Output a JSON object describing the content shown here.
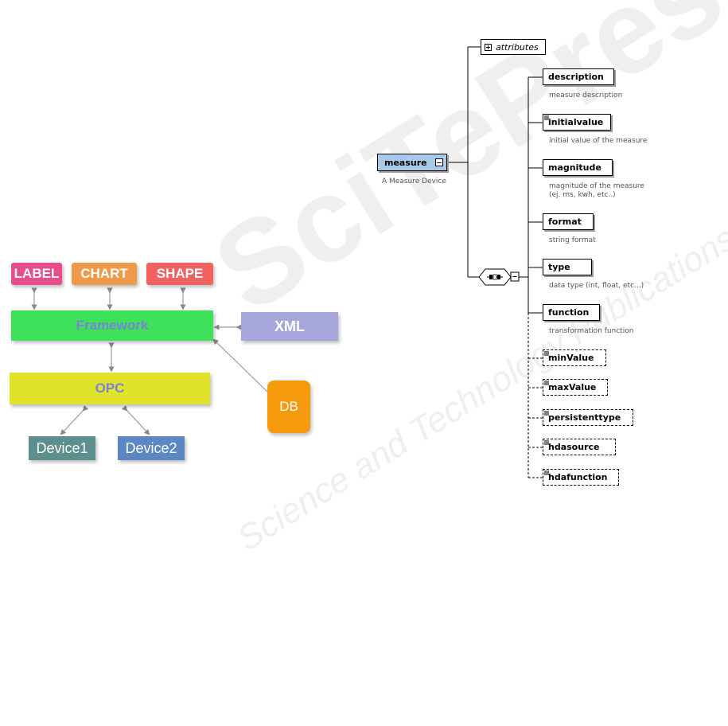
{
  "left_diagram": {
    "top_boxes": [
      {
        "label": "LABEL",
        "color": "#e84d8a"
      },
      {
        "label": "CHART",
        "color": "#ee9a4a"
      },
      {
        "label": "SHAPE",
        "color": "#f26262"
      }
    ],
    "framework": {
      "label": "Framework",
      "color": "#3de25a",
      "text_color": "#7a84d4"
    },
    "xml": {
      "label": "XML",
      "color": "#a7a6dd"
    },
    "opc": {
      "label": "OPC",
      "color": "#dfe42b",
      "text_color": "#7a84d4"
    },
    "db": {
      "label": "DB",
      "color": "#f59a0c"
    },
    "devices": [
      {
        "label": "Device1",
        "color": "#5e8f8f"
      },
      {
        "label": "Device2",
        "color": "#5b87c2"
      }
    ]
  },
  "schema": {
    "root": {
      "label": "measure",
      "annotation": "A Measure Device",
      "color": "#a9c9ea"
    },
    "attributes_label": "attributes",
    "elements": [
      {
        "label": "description",
        "annotation": [
          "measure description"
        ],
        "optional": false,
        "doc": false
      },
      {
        "label": "initialvalue",
        "annotation": [
          "initial value of the measure"
        ],
        "optional": false,
        "doc": true
      },
      {
        "label": "magnitude",
        "annotation": [
          "magnitude of the measure",
          "(ej. ms, kwh, etc..)"
        ],
        "optional": false,
        "doc": false
      },
      {
        "label": "format",
        "annotation": [
          "string format"
        ],
        "optional": false,
        "doc": false
      },
      {
        "label": "type",
        "annotation": [
          "data type (int, float, etc...)"
        ],
        "optional": false,
        "doc": false
      },
      {
        "label": "function",
        "annotation": [
          "transformation function"
        ],
        "optional": false,
        "doc": false
      },
      {
        "label": "minValue",
        "annotation": [],
        "optional": true,
        "doc": true
      },
      {
        "label": "maxValue",
        "annotation": [],
        "optional": true,
        "doc": true
      },
      {
        "label": "persistenttype",
        "annotation": [],
        "optional": true,
        "doc": true
      },
      {
        "label": "hdasource",
        "annotation": [],
        "optional": true,
        "doc": true
      },
      {
        "label": "hdafunction",
        "annotation": [],
        "optional": true,
        "doc": true
      }
    ]
  },
  "watermark": {
    "big": "SciTePress",
    "small": "Science and Technology Publications"
  }
}
